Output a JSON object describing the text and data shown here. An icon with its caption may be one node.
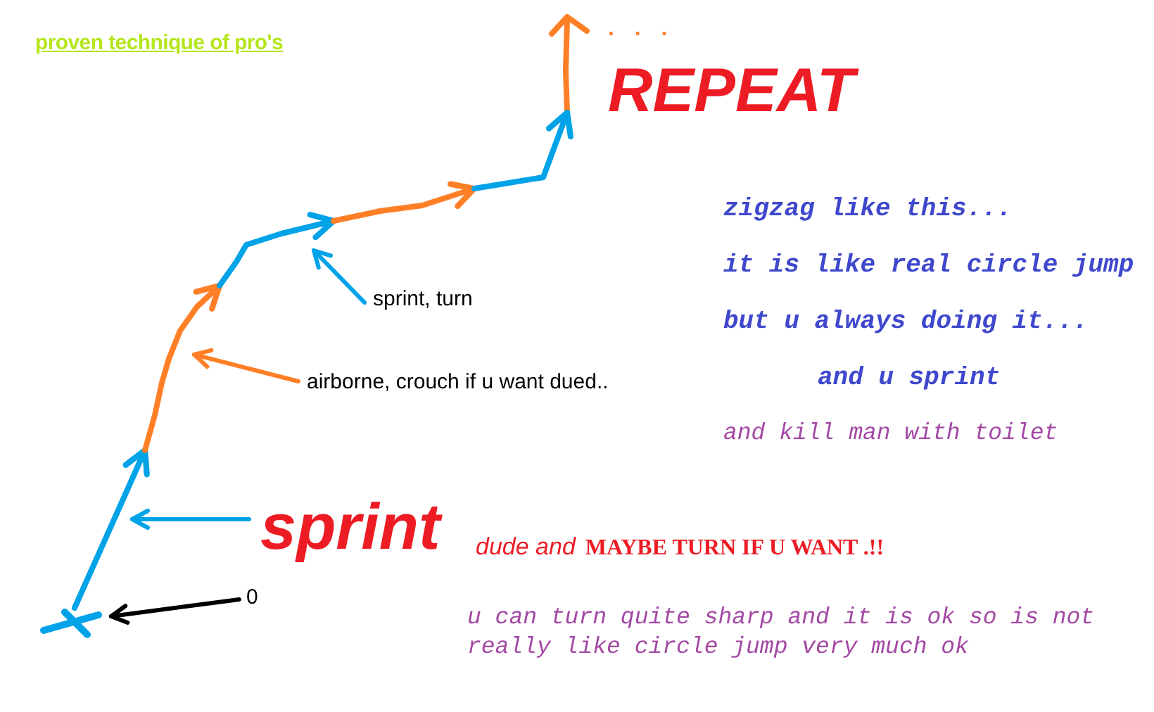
{
  "diagram": {
    "title": "proven technique of pro's",
    "nodes": [
      {
        "text": [],
        "shape": "cross"
      },
      {
        "text": [],
        "shape": "arrow"
      },
      {
        "text": [],
        "shape": "arrow"
      },
      {
        "text": [],
        "shape": "arrow"
      },
      {
        "text": [],
        "shape": "arrow"
      },
      {
        "text": [],
        "shape": "arrow"
      },
      {
        "text": [],
        "shape": "arrow",
        "beside": [
          ". . ."
        ]
      },
      {
        "text": [
          "sprint, turn"
        ]
      },
      {
        "text": [
          "airborne, crouch if u want dued.."
        ]
      },
      {
        "text": [
          "sprint"
        ],
        "beside": [
          "dude and",
          "MAYBE TURN IF U WANT .!!"
        ]
      },
      {
        "text": [
          "0"
        ]
      }
    ],
    "edges": [
      {
        "from": 0,
        "to": 2,
        "arrow": "to",
        "color": "#00a2e8"
      },
      {
        "from": 1,
        "to": 3,
        "arrow": "to",
        "color": "#ff7f27"
      },
      {
        "from": 2,
        "to": 4,
        "arrow": "to",
        "color": "#00a2e8"
      },
      {
        "from": 3,
        "to": 5,
        "arrow": "to",
        "color": "#ff7f27"
      },
      {
        "from": 4,
        "to": 6,
        "arrow": "to",
        "color": "#00a2e8"
      },
      {
        "from": 7,
        "to": 3,
        "arrow": "to",
        "color": "#00a2e8"
      },
      {
        "from": 8,
        "to": 2,
        "arrow": "to",
        "color": "#ff7f27"
      },
      {
        "from": 9,
        "to": 1,
        "arrow": "to",
        "color": "#00a2e8"
      },
      {
        "from": 10,
        "to": 0,
        "arrow": "to",
        "color": "#000000"
      }
    ],
    "labels": [
      "REPEAT",
      "zigzag like this...",
      "it is like real circle jump",
      "but u always doing it...",
      "and u sprint",
      "and kill man with toilet",
      "u can turn quite sharp and it is ok so is not really like circle jump very much ok"
    ]
  }
}
